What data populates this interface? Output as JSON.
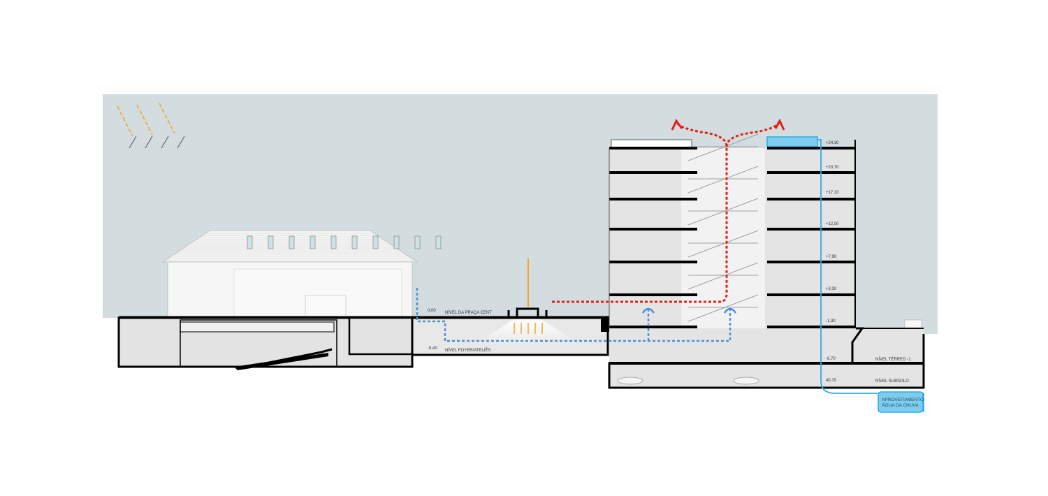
{
  "levels": {
    "tower": [
      "+24,30",
      "+20,70",
      "+17,10",
      "+12,50",
      "+7,90",
      "+3,30",
      "-1,30",
      "-6,70",
      "40,70"
    ],
    "plaza_value": "0,00",
    "plaza_label": "NÍVEL DA PRAÇA CENT",
    "foyer_value": "-5,40",
    "foyer_label": "NÍVEL FOYER/ATELIÊS",
    "terreo_label": "NÍVEL TÉRREO -1",
    "subsolo_label": "NÍVEL SUBSOLO"
  },
  "rainwater": {
    "line1": "APROVEITAMENTO",
    "line2": "ÁGUA DA CHUVA"
  },
  "colors": {
    "sky": "#d3dcde",
    "hot_air": "#e3201b",
    "cool_air": "#4a90d9",
    "sun": "#f5a623",
    "water": "#29aee6",
    "tank": "#7fcdee",
    "interior": "#e6e6e6"
  }
}
